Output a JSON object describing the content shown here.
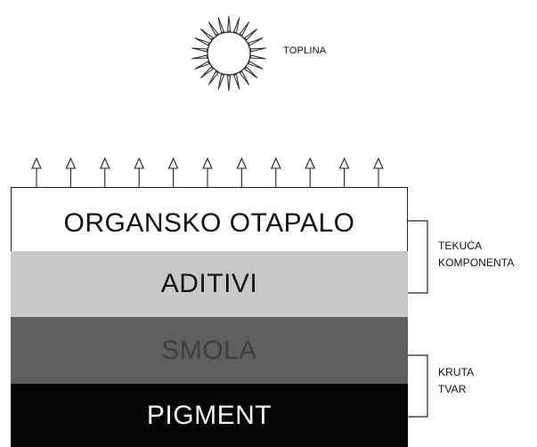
{
  "heat": {
    "label": "TOPLINA"
  },
  "layers": [
    {
      "label": "ORGANSKO OTAPALO"
    },
    {
      "label": "ADITIVI"
    },
    {
      "label": "SMOLA"
    },
    {
      "label": "PIGMENT"
    }
  ],
  "groups": {
    "liquid": {
      "line1": "TEKUĆA",
      "line2": "KOMPONENTA"
    },
    "solid": {
      "line1": "KRUTA",
      "line2": "TVAR"
    }
  },
  "evaporation_arrows": {
    "count": 11
  }
}
